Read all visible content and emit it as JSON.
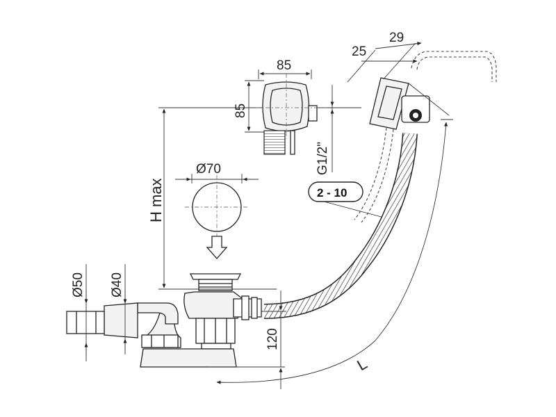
{
  "dimensions": {
    "w29": "29",
    "w25": "25",
    "overflow_width": "85",
    "overflow_height": "85",
    "thread": "G1/2\"",
    "cap_diameter": "Ø70",
    "h_max": "H max",
    "range_tag": "2 - 10",
    "d50": "Ø50",
    "d40": "Ø40",
    "h120": "120",
    "length": "L"
  }
}
